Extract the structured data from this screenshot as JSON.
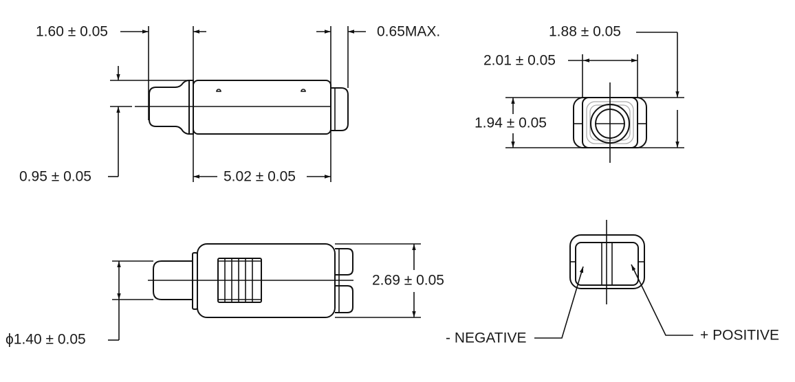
{
  "side_view": {
    "dim_pin_length": "1.60 ± 0.05",
    "dim_cap_length": "0.65MAX.",
    "dim_offset": "0.95 ± 0.05",
    "dim_body_length": "5.02 ± 0.05"
  },
  "end_view": {
    "dim_outer_width": "1.88 ± 0.05",
    "dim_inner_width": "2.01 ± 0.05",
    "dim_height": "1.94 ± 0.05"
  },
  "top_view": {
    "dim_pin_diameter": "ϕ1.40 ± 0.05",
    "dim_body_width": "2.69 ± 0.05"
  },
  "terminal_view": {
    "negative_label": "- NEGATIVE",
    "positive_label": "+ POSITIVE"
  }
}
